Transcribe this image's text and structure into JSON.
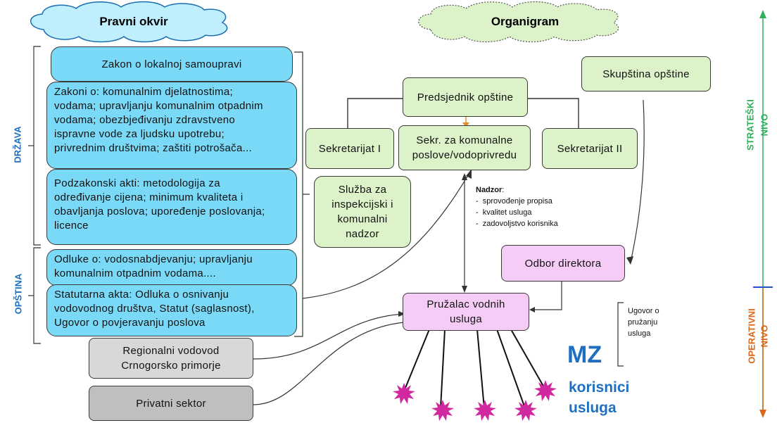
{
  "colors": {
    "blue_box": "#7ad9f7",
    "green_box": "#dcf2c9",
    "pink_box": "#f6ccf6",
    "grey_box_light": "#d8d8d8",
    "grey_box_dark": "#bfbfbf",
    "side_label_blue": "#1f6fc0",
    "strateski_green": "#2db05a",
    "operativni_orange": "#d9681a",
    "star_magenta": "#d0289f",
    "mz_blue": "#1f6fc0"
  },
  "headers": {
    "pravni_okvir": "Pravni okvir",
    "organigram": "Organigram"
  },
  "side_labels": {
    "drzava": "DRŽAVA",
    "opstina": "OPŠTINA",
    "strateski": "STRATEŠKI",
    "strateski_nivo": "NIVO",
    "operativni": "OPERATIVNI",
    "operativni_nivo": "NIVO"
  },
  "legal": {
    "zakon_lokalna": "Zakon o lokalnoj samoupravi",
    "zakoni_o": "Zakoni o: komunalnim djelatnostima;\nvodama; upravljanju komunalnim otpadnim\nvodama; obezbjeđivanju zdravstveno\nispravne vode za ljudsku upotrebu;\nprivrednim društvima; zaštiti potrošača...",
    "podzakonski": "Podzakonski akti: metodologija za\nodređivanje cijena; minimum kvaliteta i\nobavljanja poslova; upoređenje poslovanja;\nlicence",
    "odluke": "Odluke o: vodosnabdjevanju; upravljanju\nkomunalnim otpadnim vodama....",
    "statutarna": "Statutarna akta: Odluka o osnivanju\nvodovodnog društva, Statut (saglasnost),\nUgovor o povjeravanju poslova",
    "regionalni": "Regionalni vodovod\nCrnogorsko primorje",
    "privatni": "Privatni sektor"
  },
  "org": {
    "skupstina": "Skupština opštine",
    "predsjednik": "Predsjednik opštine",
    "sekretarijat_1": "Sekretarijat I",
    "sekr_komunalne": "Sekr. za komunalne\nposlove/vodoprivredu",
    "sekretarijat_2": "Sekretarijat II",
    "sluzba": "Služba za\ninspekcijski i\nkomunalni\nnadzor",
    "odbor": "Odbor direktora",
    "pruzalac": "Pružalac vodnih\nusluga"
  },
  "nadzor": {
    "title": "Nadzor",
    "colon": ":",
    "items": [
      "sprovođenje propisa",
      "kvalitet usluga",
      "zadovoljstvo korisnika"
    ]
  },
  "ugovor": "Ugovor o\npružanju\nusluga",
  "mz": "MZ",
  "korisnici": "korisnici\nusluga"
}
